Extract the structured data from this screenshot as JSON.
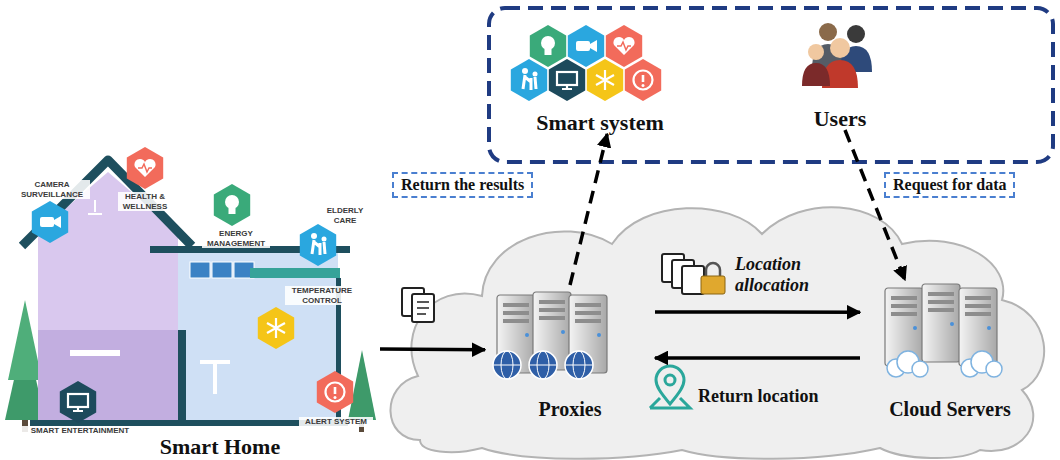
{
  "diagram": {
    "nodes": [
      {
        "text": [
          "Smart Home"
        ]
      },
      {
        "text": [
          "Proxies"
        ]
      },
      {
        "text": [
          "Cloud Servers"
        ]
      },
      {
        "text": [
          "Smart system"
        ]
      },
      {
        "text": [
          "Users"
        ]
      }
    ],
    "edges": [
      {
        "from": 0,
        "to": 1,
        "arrow": "to"
      },
      {
        "from": 1,
        "to": 2,
        "label": "Location allocation",
        "arrow": "to"
      },
      {
        "from": 2,
        "to": 1,
        "label": "Return location",
        "arrow": "to"
      },
      {
        "from": 1,
        "to": 3,
        "label": "Return the results",
        "arrow": "to"
      },
      {
        "from": 4,
        "to": 2,
        "label": "Request for data",
        "arrow": "to"
      }
    ],
    "labels": [
      "CAMERA SURVEILLANCE",
      "HEALTH & WELLNESS",
      "ENERGY MANAGEMENT",
      "ELDERLY CARE",
      "TEMPERATURE CONTROL",
      "SMART ENTERTAINMENT",
      "ALERT SYSTEM"
    ]
  }
}
